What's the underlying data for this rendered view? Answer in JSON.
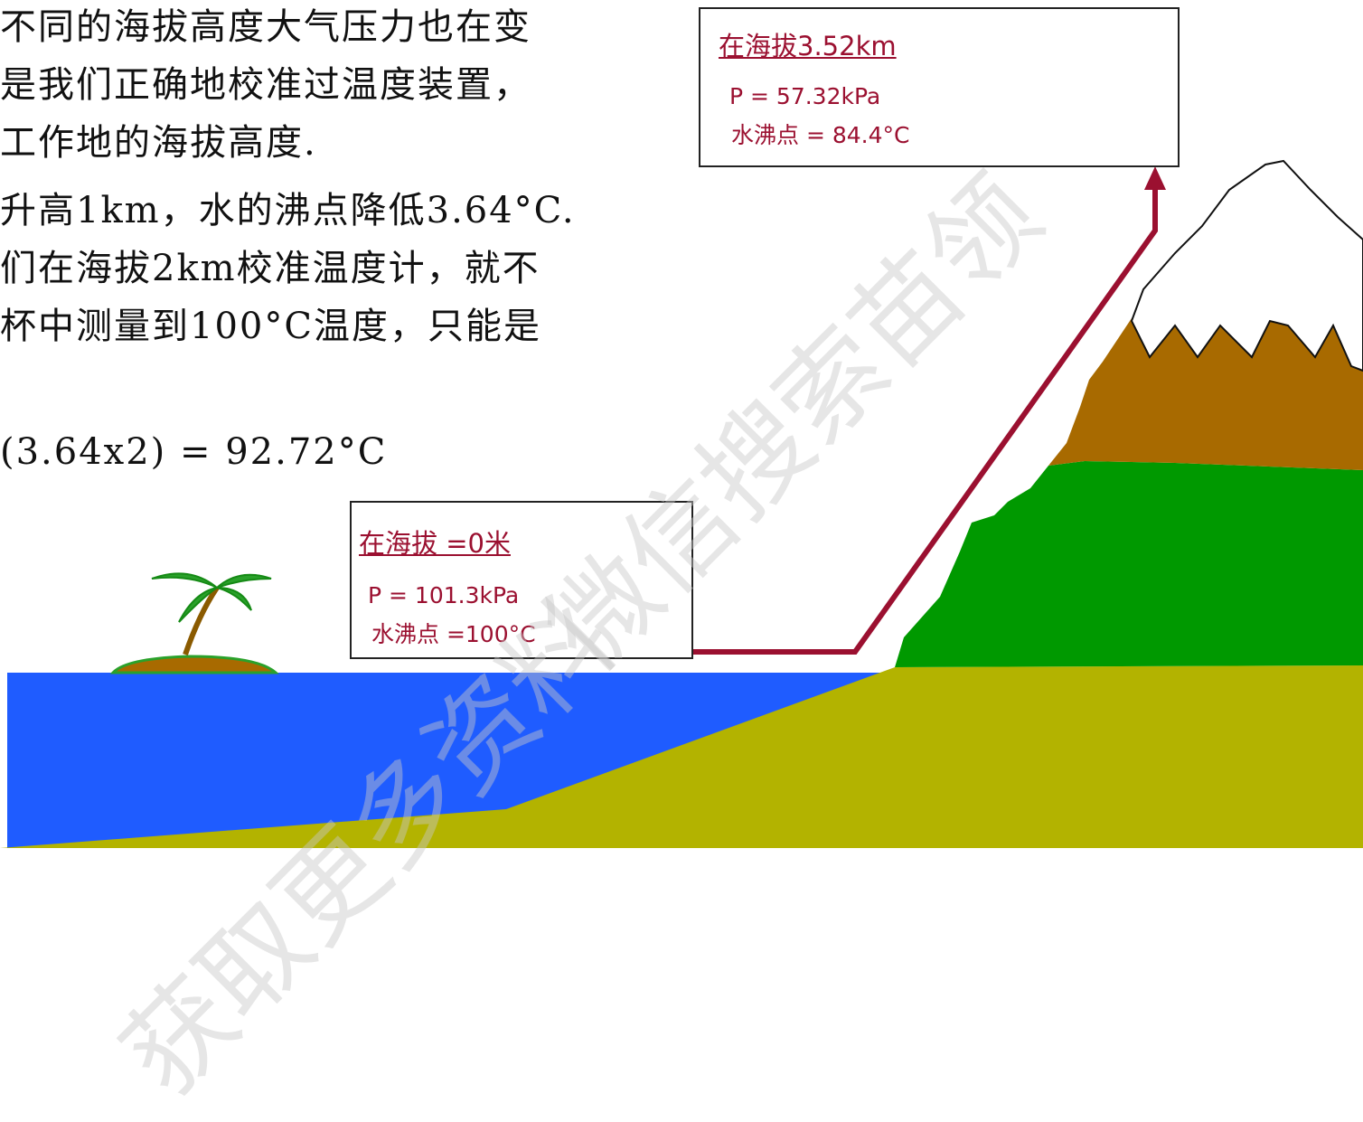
{
  "text_lines": [
    "不同的海拔高度大气压力也在变",
    "是我们正确地校准过温度装置，",
    "工作地的海拔高度.",
    "升高1km，水的沸点降低3.64°C.",
    "们在海拔2km校准温度计，就不",
    "杯中测量到100°C温度，只能是",
    "(3.64x2) = 92.72°C"
  ],
  "box_sea": {
    "title": "在海拔 =0米",
    "pressure": "P = 101.3kPa",
    "boiling": "水沸点 =100°C"
  },
  "box_mountain": {
    "title": "在海拔3.52km",
    "pressure": "P = 57.32kPa",
    "boiling": "水沸点 = 84.4°C"
  },
  "watermark": {
    "part1": "获取更多资料",
    "part2": "微信搜索苗领"
  },
  "colors": {
    "sea": "#1f5cff",
    "ground": "#b3b300",
    "forest": "#009900",
    "rock": "#a86a00",
    "snow": "#ffffff",
    "arrow": "#9b1030",
    "box_text": "#9b1030"
  }
}
